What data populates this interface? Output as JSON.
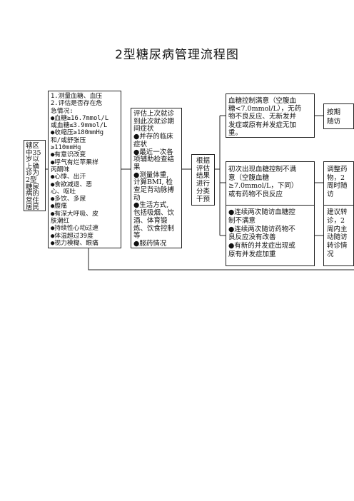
{
  "title": "2型糖尿病管理流程图",
  "boxes": {
    "patient": [
      "辖区",
      "中35",
      "岁以",
      "上确",
      "诊为",
      "2型",
      "糖尿",
      "病的",
      "常住",
      "居民"
    ],
    "assess": [
      "1.测量血糖、血压",
      "2.评估是否存在危",
      "急情况:",
      "●血糖≥16.7mmol/L",
      "或血糖≤3.9mmol/L",
      "●收缩压≥180mmHg",
      "和/或舒张压",
      "≥110mmHg",
      "●有意识改变",
      "●呼气有烂苹果样",
      "丙酮味",
      "●心悸、出汗",
      "●食欲减退、恶",
      "心、呕吐",
      "●多饮、多尿",
      "●腹痛",
      "●有深大呼吸、皮",
      "肤潮红",
      "●持续性心动过速",
      "●体温超过39度",
      "●视力模糊、眼痛"
    ],
    "evaluate": [
      "评估上次就诊",
      "到此次就诊期",
      "间症状",
      "●并存的临床",
      "症状",
      "●最近一次各",
      "项辅助检查结",
      "果",
      "●测量体重,",
      "计算BMI, 检",
      "查足背动脉搏",
      "动",
      "●生活方式,",
      "包括吸烟、饮",
      "酒、体育锻",
      "炼、饮食控制",
      "等",
      "●服药情况"
    ],
    "classify": [
      "根据",
      "评估",
      "结果",
      "进行",
      "分类",
      "干预"
    ],
    "cond1": [
      "血糖控制满意（空腹血",
      "糖<7.0mmol/L），无药",
      "物不良反应、无新发并",
      "发症或原有并发症无加",
      "重。"
    ],
    "act1": [
      "按期",
      "随访"
    ],
    "cond2": [
      "初次出现血糖控制不满",
      "意（空腹血糖",
      "≥7.0mmol/L，下同）",
      "或有药物不良反应"
    ],
    "act2": [
      "调整药",
      "物，2",
      "周时随",
      "访"
    ],
    "cond3": [
      "●连续两次随访血糖控",
      "制不满意",
      "●连续两次随访药物不",
      "良反应没有改善",
      "●有新的并发症出现或",
      "原有并发症加重"
    ],
    "act3": [
      "建议转",
      "诊，2",
      "周内主",
      "动随访",
      "转诊情",
      "况"
    ]
  }
}
